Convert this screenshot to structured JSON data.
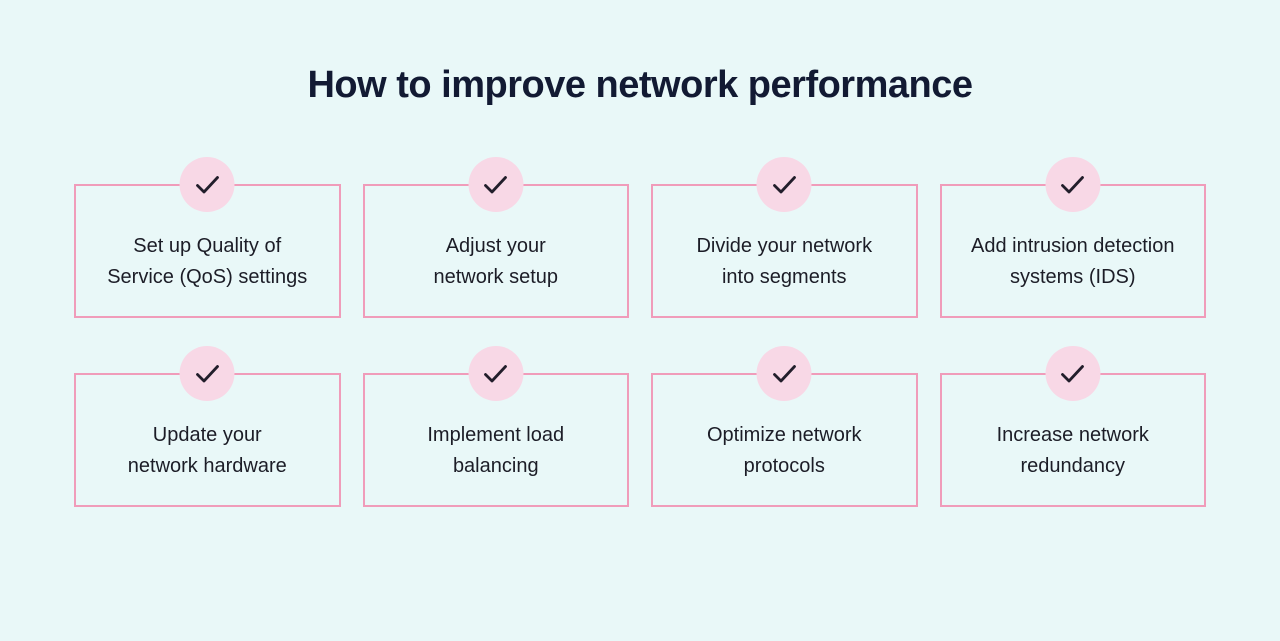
{
  "colors": {
    "page-bg": "#e9f8f8",
    "card-border": "#f09cba",
    "badge-bg": "#f8d8e6",
    "check": "#221e2b",
    "title": "#121a33",
    "text": "#1c1d27"
  },
  "title": "How to improve network performance",
  "icons": {
    "checkmark": "✓"
  },
  "cards": [
    {
      "lines": [
        "Set up Quality of",
        "Service (QoS) settings"
      ]
    },
    {
      "lines": [
        "Adjust your",
        "network setup"
      ]
    },
    {
      "lines": [
        "Divide your network",
        "into segments"
      ]
    },
    {
      "lines": [
        "Add intrusion detection",
        "systems (IDS)"
      ]
    },
    {
      "lines": [
        "Update your",
        "network hardware"
      ]
    },
    {
      "lines": [
        "Implement load",
        "balancing"
      ]
    },
    {
      "lines": [
        "Optimize network",
        "protocols"
      ]
    },
    {
      "lines": [
        "Increase network",
        "redundancy"
      ]
    }
  ]
}
